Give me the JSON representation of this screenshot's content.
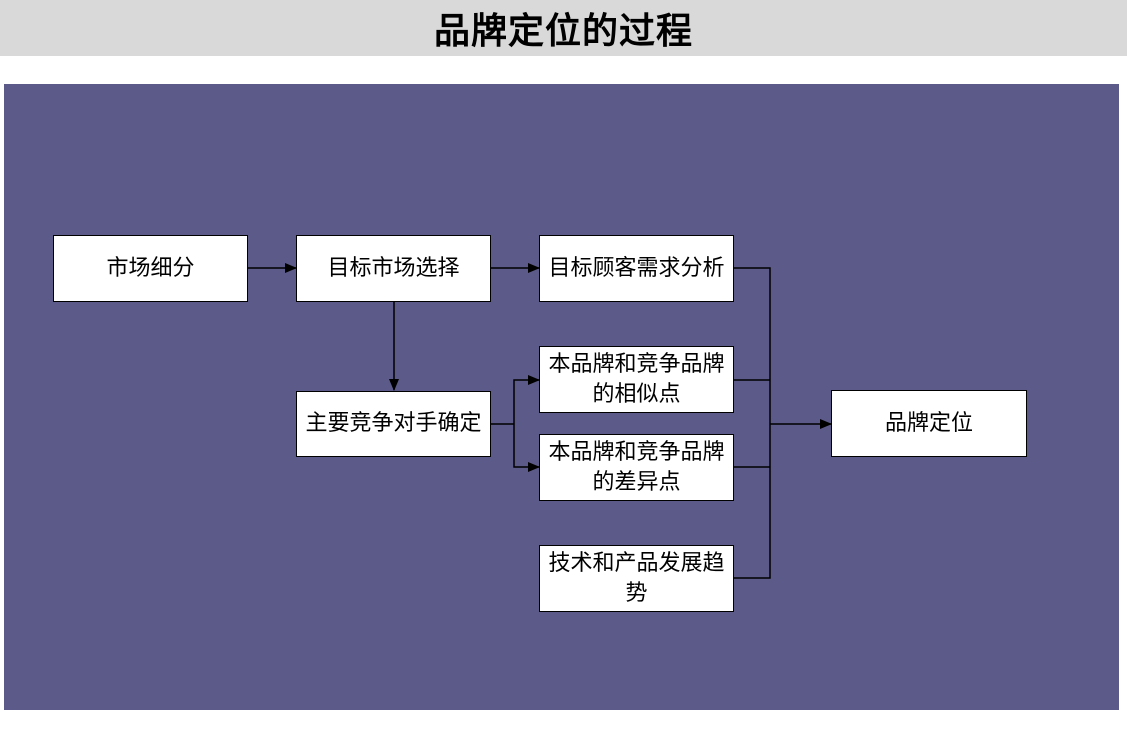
{
  "title": "品牌定位的过程",
  "nodes": {
    "segment": "市场细分",
    "target_select": "目标市场选择",
    "needs": "目标顾客需求分析",
    "competitors": "主要竞争对手确定",
    "similar": "本品牌和竞争品牌的相似点",
    "different": "本品牌和竞争品牌的差异点",
    "trend": "技术和产品发展趋势",
    "positioning": "品牌定位"
  },
  "colors": {
    "title_bg": "#d9d9d9",
    "canvas_bg": "#5b5a88",
    "node_bg": "#ffffff",
    "line": "#000000"
  }
}
